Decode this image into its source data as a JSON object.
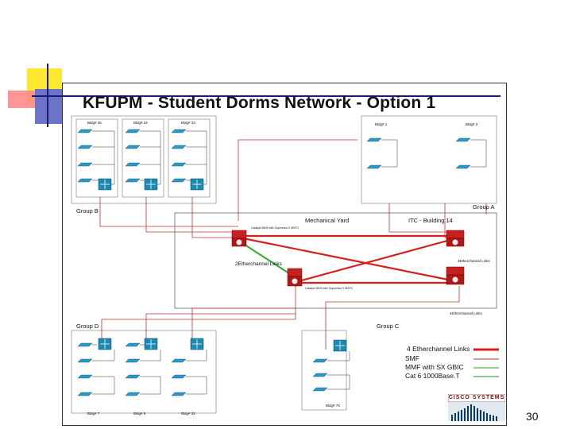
{
  "title": "KFUPM - Student Dorms Network - Option 1",
  "page_number": "30",
  "groups": {
    "a": "Group A",
    "b": "Group B",
    "c": "Group C",
    "d": "Group D"
  },
  "core": {
    "mechanical_yard": "Mechanical Yard",
    "itc": "ITC - Building 14",
    "etherchannel_2": "2Etherchannel Links",
    "etherchannel_4": "4Etherchannel Links",
    "etherchannel_4b": "4Etherchannel Links",
    "switch_note_top": "Catalyst 6509 with Supervisor II MSFC",
    "switch_note_bottom": "Catalyst 6509 with Supervisor II MSFC"
  },
  "buildings": {
    "b_left": "Bldg# 35",
    "b_mid": "Bldg# 34",
    "b_right": "Bldg# 33",
    "a_left": "Bldg# 1",
    "a_right": "Bldg# 2",
    "c_bottom": "Bldg# 78",
    "d_left": "Bldg# 7",
    "d_mid": "Bldg# 8",
    "d_right": "Bldg# 32"
  },
  "legend": {
    "items": [
      {
        "label": "4 Etherchannel Links",
        "color": "#d62020",
        "weight": 3
      },
      {
        "label": "SMF",
        "color": "#c23030",
        "weight": 1
      },
      {
        "label": "MMF with SX GBIC",
        "color": "#2a9a2a",
        "weight": 1
      },
      {
        "label": "Cat 6 1000Base.T",
        "color": "#1a9a1a",
        "weight": 1
      }
    ]
  },
  "logo": {
    "text": "CISCO SYSTEMS"
  }
}
